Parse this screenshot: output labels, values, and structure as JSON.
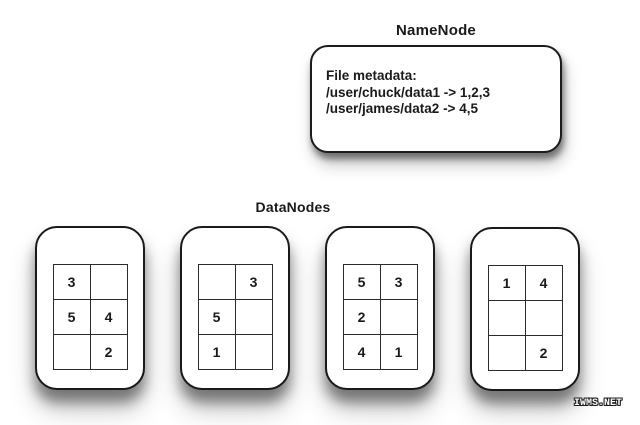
{
  "namenode": {
    "title": "NameNode",
    "metadata": {
      "heading": "File metadata:",
      "line1": "/user/chuck/data1 -> 1,2,3",
      "line2": "/user/james/data2 -> 4,5"
    }
  },
  "datanodes": {
    "title": "DataNodes",
    "nodes": [
      {
        "cells": [
          "3",
          "",
          "5",
          "4",
          "",
          "2"
        ]
      },
      {
        "cells": [
          "",
          "3",
          "5",
          "",
          "1",
          ""
        ]
      },
      {
        "cells": [
          "5",
          "3",
          "2",
          "",
          "4",
          "1"
        ]
      },
      {
        "cells": [
          "1",
          "4",
          "",
          "",
          "",
          "2"
        ]
      }
    ]
  },
  "watermark": "IWMS.NET",
  "colors": {
    "background": "#ffffff",
    "line": "#1c1c1c",
    "shadow": "#999999"
  }
}
